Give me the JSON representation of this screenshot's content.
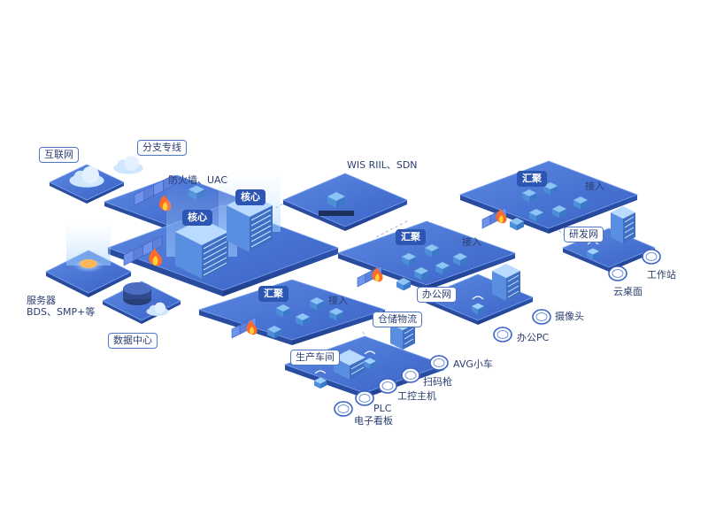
{
  "colors": {
    "platform_top": "#4a78d8",
    "platform_side": "#2a4fa8",
    "device": "#79b8ef",
    "wall": "#6a8be0",
    "fire": "#ff6a2a",
    "label_border": "#4f77c7",
    "label_dark": "#2d55b3",
    "text": "#2a3e70"
  },
  "icons": [
    "cloud-icon",
    "firewall-icon",
    "fire-icon",
    "core-switch-icon",
    "switch-icon",
    "access-point-icon",
    "building-icon",
    "server-icon",
    "database-icon",
    "wifi-terminal-icon"
  ],
  "labels": {
    "internet": "互联网",
    "branch_line": "分支专线",
    "firewall_uac": "防火墙、UAC",
    "core_1": "核心",
    "core_2": "核心",
    "wis": "WIS RIIL、SDN",
    "server": "服务器",
    "server_sub": "BDS、SMP+等",
    "data_center": "数据中心",
    "agg_1": "汇聚",
    "access_1": "接入",
    "agg_2": "汇聚",
    "access_2": "接入",
    "agg_3": "汇聚",
    "access_3": "接入",
    "office_net": "办公网",
    "research_net": "研发网",
    "warehouse": "仓储物流",
    "production": "生产车间",
    "camera": "摄像头",
    "office_pc": "办公PC",
    "cloud_desktop": "云桌面",
    "workstation": "工作站",
    "agv": "AVG小车",
    "scanner": "扫码枪",
    "ipc": "工控主机",
    "plc": "PLC",
    "e_board": "电子看板"
  }
}
